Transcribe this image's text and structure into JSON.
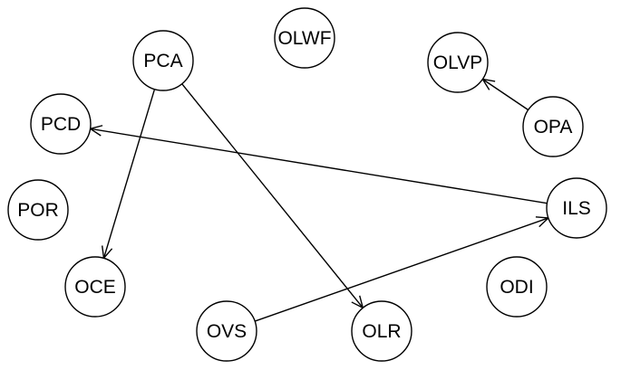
{
  "nodes": [
    {
      "id": "OLWF",
      "label": "OLWF"
    },
    {
      "id": "PCA",
      "label": "PCA"
    },
    {
      "id": "OLVP",
      "label": "OLVP"
    },
    {
      "id": "PCD",
      "label": "PCD"
    },
    {
      "id": "OPA",
      "label": "OPA"
    },
    {
      "id": "POR",
      "label": "POR"
    },
    {
      "id": "ILS",
      "label": "ILS"
    },
    {
      "id": "OCE",
      "label": "OCE"
    },
    {
      "id": "ODI",
      "label": "ODI"
    },
    {
      "id": "OVS",
      "label": "OVS"
    },
    {
      "id": "OLR",
      "label": "OLR"
    }
  ],
  "edges": [
    {
      "from": "PCA",
      "to": "OCE"
    },
    {
      "from": "PCA",
      "to": "OLR"
    },
    {
      "from": "ILS",
      "to": "PCD"
    },
    {
      "from": "OPA",
      "to": "OLVP"
    },
    {
      "from": "OVS",
      "to": "ILS"
    }
  ],
  "colors": {
    "stroke": "#000000",
    "fill": "#ffffff",
    "background": "#ffffff"
  }
}
